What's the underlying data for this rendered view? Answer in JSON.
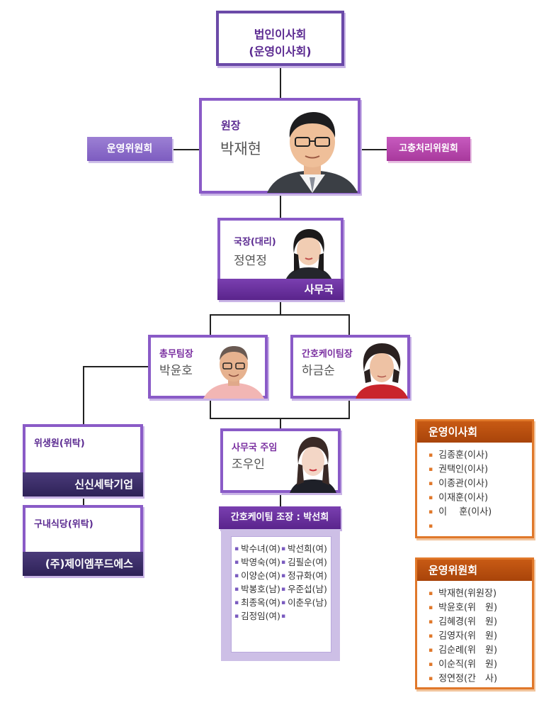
{
  "board": {
    "title": "법인이사회",
    "subtitle": "(운영이사회)"
  },
  "director": {
    "role": "원장",
    "name": "박재현"
  },
  "side_left": {
    "label": "운영위원회"
  },
  "side_right": {
    "label": "고충처리위원회"
  },
  "secretariat": {
    "role": "국장(대리)",
    "name": "정연정",
    "dept": "사무국"
  },
  "general_team": {
    "role": "총무팀장",
    "name": "박윤호"
  },
  "nursing_team": {
    "role": "간호케이팀장",
    "name": "하금순"
  },
  "laundry": {
    "label": "위생원(위탁)",
    "company": "신신세탁기업"
  },
  "cafeteria": {
    "label": "구내식당(위탁)",
    "company": "(주)제이엠푸드에스"
  },
  "office_staff": {
    "role": "사무국 주임",
    "name": "조우인"
  },
  "care_team": {
    "header": "간호케이팀 조장 : 박선희",
    "col1": [
      "박수녀(여)",
      "박영숙(여)",
      "이양순(여)",
      "박봉호(남)",
      "최종옥(여)",
      "김정임(여)"
    ],
    "col2": [
      "박선희(여)",
      "김필순(여)",
      "정규화(여)",
      "우준섭(남)",
      "이춘우(남)",
      ""
    ]
  },
  "operating_board": {
    "title": "운영이사회",
    "members": [
      "김종훈(이사)",
      "권택인(이사)",
      "이종관(이사)",
      "이재훈(이사)",
      "이　 훈(이사)",
      ""
    ]
  },
  "operating_committee": {
    "title": "운영위원회",
    "members": [
      "박재현(위원장)",
      "박윤호(위　원)",
      "김혜경(위　원)",
      "김영자(위　원)",
      "김순례(위　원)",
      "이순직(위　원)",
      "정연정(간　사)"
    ]
  },
  "colors": {
    "purple_border": "#8a5bc7",
    "purple_text": "#5b2a91",
    "orange": "#e0782a",
    "dark_bar": "#3a2a6a"
  }
}
